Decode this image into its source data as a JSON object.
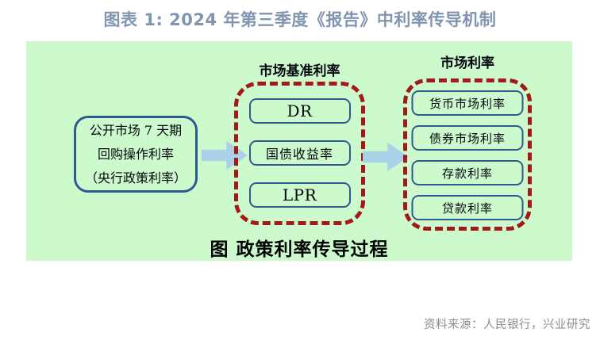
{
  "title": "图表 1: 2024 年第三季度《报告》中利率传导机制",
  "colors": {
    "canvas_bg": "#ccfacc",
    "node_border": "#2e5a8f",
    "dashed_group_border": "#a31818",
    "arrow_fill": "#a9d2e8",
    "title_text": "#8295b0",
    "caption_text": "#000000",
    "source_text": "#8c8c8c"
  },
  "diagram": {
    "policy_rate_node": {
      "line1": "公开市场 7 天期",
      "line2": "回购操作利率",
      "line3": "（央行政策利率）"
    },
    "benchmark_group": {
      "header": "市场基准利率",
      "nodes": [
        {
          "label": "DR"
        },
        {
          "label": "国债收益率"
        },
        {
          "label": "LPR"
        }
      ]
    },
    "market_group": {
      "header": "市场利率",
      "nodes": [
        {
          "label": "货币市场利率"
        },
        {
          "label": "债券市场利率"
        },
        {
          "label": "存款利率"
        },
        {
          "label": "贷款利率"
        }
      ]
    },
    "caption": "图 政策利率传导过程"
  },
  "source": "资料来源：人民银行，兴业研究"
}
